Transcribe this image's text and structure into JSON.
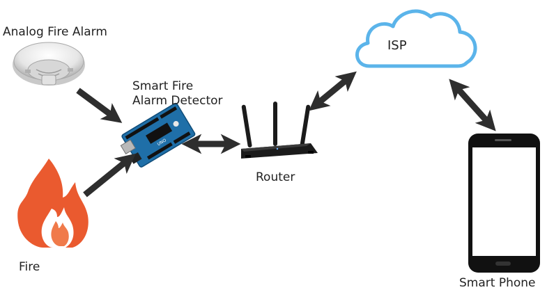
{
  "nodes": {
    "alarm": {
      "label": "Analog Fire Alarm"
    },
    "detector": {
      "label_line1": "Smart Fire",
      "label_line2": "Alarm Detector"
    },
    "router": {
      "label": "Router"
    },
    "fire": {
      "label": "Fire"
    },
    "phone": {
      "label": "Smart Phone"
    },
    "isp": {
      "label": "ISP"
    }
  },
  "colors": {
    "arrow": "#2e2e2e",
    "cloud_stroke": "#5bb4ea",
    "fire_outer": "#ea5a2f",
    "fire_inner": "#f07a4a",
    "board": "#1f6fa8",
    "router_body": "#1b1b1b",
    "phone_body": "#111111"
  },
  "icons": [
    "smoke-detector-icon",
    "arduino-board-icon",
    "wifi-router-icon",
    "flame-icon",
    "smartphone-icon",
    "cloud-icon"
  ],
  "edges": [
    {
      "from": "alarm",
      "to": "detector",
      "direction": "forward"
    },
    {
      "from": "fire",
      "to": "detector",
      "direction": "forward"
    },
    {
      "from": "detector",
      "to": "router",
      "direction": "both"
    },
    {
      "from": "router",
      "to": "isp",
      "direction": "both"
    },
    {
      "from": "isp",
      "to": "phone",
      "direction": "both"
    }
  ]
}
